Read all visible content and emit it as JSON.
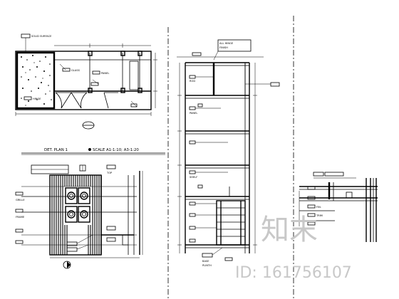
{
  "plan_title": {
    "left": "DET. PLAN 1",
    "right": "SCALE A1-1:10; A3-1:20"
  },
  "watermark": {
    "logo_text": "知末",
    "id_text": "ID: 161756107"
  },
  "colors": {
    "line": "#000000",
    "watermark": "#c8c8c8",
    "background": "#ffffff"
  }
}
